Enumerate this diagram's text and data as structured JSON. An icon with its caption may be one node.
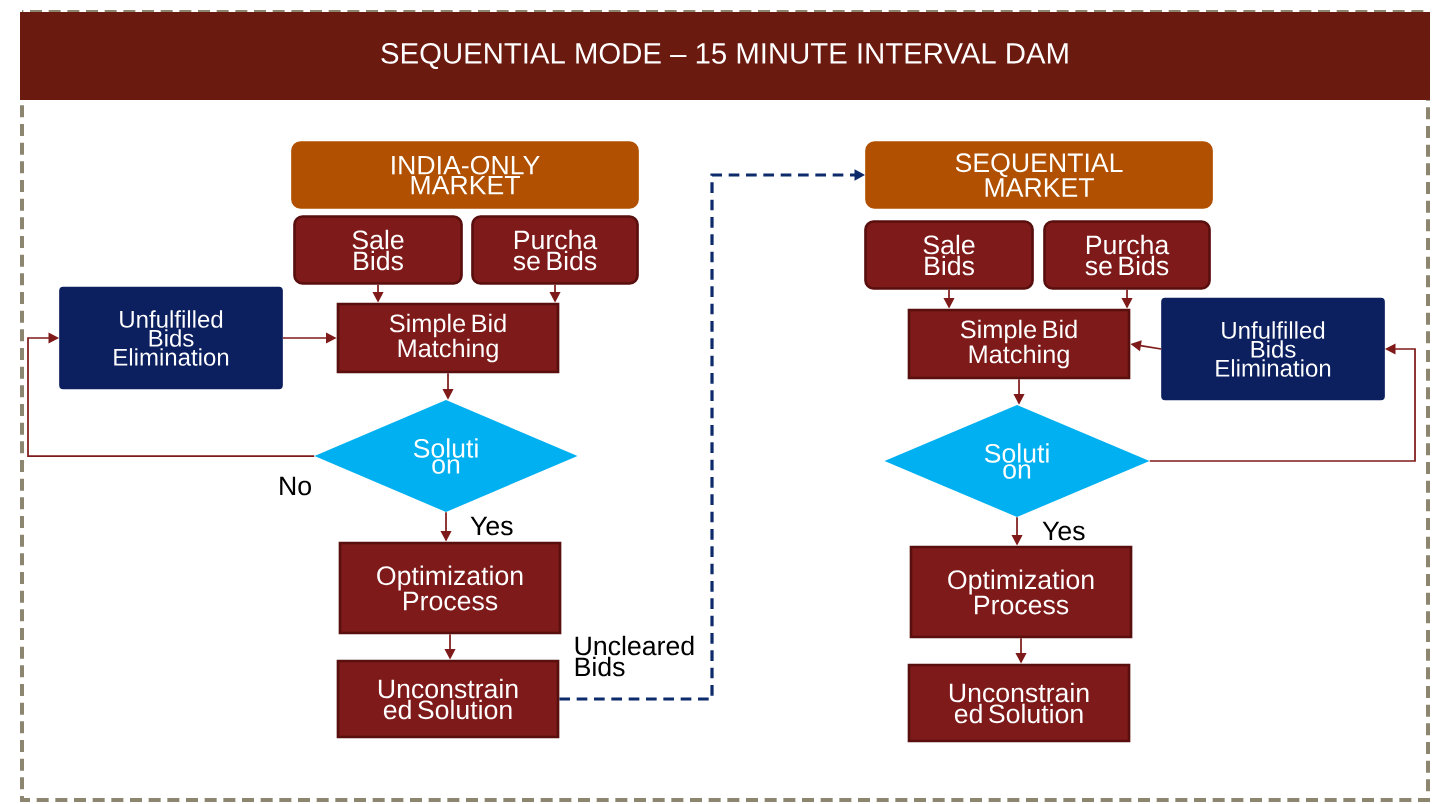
{
  "diagram": {
    "title": "SEQUENTIAL MODE – 15 MINUTE INTERVAL DAM",
    "nodes": [
      {
        "text": [
          "INDIA-ONLY MARKET"
        ]
      },
      {
        "text": [
          "Sale Bids"
        ]
      },
      {
        "text": [
          "Purcha se Bids"
        ]
      },
      {
        "text": [
          "Unfulfilled Bids Elimination"
        ]
      },
      {
        "text": [
          "Simple Bid Matching"
        ]
      },
      {
        "text": [
          "Soluti on"
        ]
      },
      {
        "text": [
          "Optimization Process"
        ]
      },
      {
        "text": [
          "Unconstrain ed Solution"
        ]
      },
      {
        "text": [
          "SEQUENTIAL MARKET"
        ]
      },
      {
        "text": [
          "Sale Bids"
        ]
      },
      {
        "text": [
          "Purcha se Bids"
        ]
      },
      {
        "text": [
          "Simple Bid Matching"
        ]
      },
      {
        "text": [
          "Unfulfilled Bids Elimination"
        ]
      },
      {
        "text": [
          "Soluti on"
        ]
      },
      {
        "text": [
          "Optimization Process"
        ]
      },
      {
        "text": [
          "Unconstrain ed Solution"
        ]
      }
    ],
    "edges": [
      {
        "from": 1,
        "to": 4,
        "arrow": "to"
      },
      {
        "from": 2,
        "to": 4,
        "arrow": "to"
      },
      {
        "from": 3,
        "to": 4,
        "arrow": "to"
      },
      {
        "from": 4,
        "to": 5,
        "arrow": "to"
      },
      {
        "from": 5,
        "to": 3,
        "arrow": "to",
        "label": "No"
      },
      {
        "from": 5,
        "to": 6,
        "arrow": "to",
        "label": "Yes"
      },
      {
        "from": 6,
        "to": 7,
        "arrow": "to"
      },
      {
        "from": 7,
        "to": 8,
        "arrow": "to",
        "label": "Uncleared Bids",
        "style": "dashed",
        "color": "#0d2a6b"
      },
      {
        "from": 9,
        "to": 11,
        "arrow": "to"
      },
      {
        "from": 10,
        "to": 11,
        "arrow": "to"
      },
      {
        "from": 12,
        "to": 11,
        "arrow": "to"
      },
      {
        "from": 11,
        "to": 13,
        "arrow": "to"
      },
      {
        "from": 13,
        "to": 12,
        "arrow": "to"
      },
      {
        "from": 13,
        "to": 14,
        "arrow": "to",
        "label": "Yes"
      },
      {
        "from": 14,
        "to": 15,
        "arrow": "to"
      }
    ]
  }
}
